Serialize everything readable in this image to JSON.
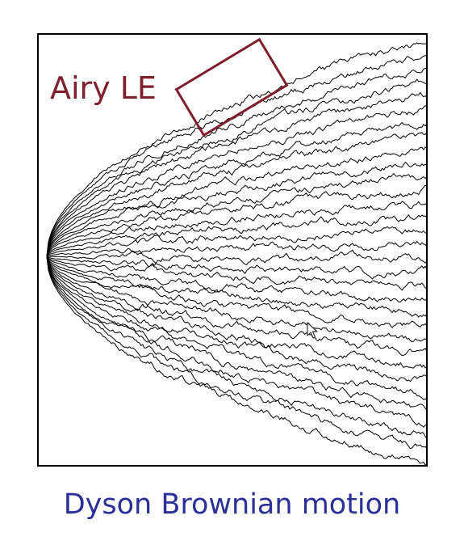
{
  "annotation": {
    "label": "Airy LE",
    "color": "#7f1f2e"
  },
  "caption": {
    "text": "Dyson Brownian motion",
    "color": "#2a2f9a"
  },
  "diagram": {
    "paths_count": 32,
    "path_color": "#000000",
    "frame_color": "#000000"
  },
  "icons": {
    "cursor": "mouse-pointer-icon"
  }
}
